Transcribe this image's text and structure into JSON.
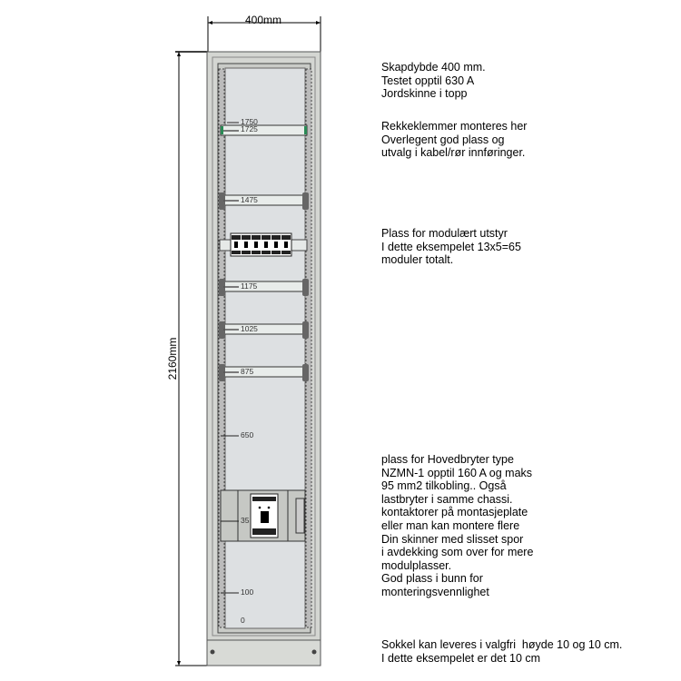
{
  "dimensions": {
    "width_label": "400mm",
    "height_label": "2160mm"
  },
  "rail_labels": {
    "r1750": "1750",
    "r1725": "1725",
    "r1475": "1475",
    "r1175": "1175",
    "r1025": "1025",
    "r875": "875",
    "r650": "650",
    "r35": "35",
    "r100": "100",
    "r0": "0"
  },
  "notes": {
    "top": [
      "Skapdybde 400 mm.",
      "Testet opptil 630 A",
      "Jordskinne i topp"
    ],
    "terminals": [
      "Rekkeklemmer monteres her",
      "Overlegent god plass og",
      "utvalg i kabel/rør innføringer."
    ],
    "modular": [
      "Plass for modulært utstyr",
      "I dette eksempelet 13x5=65",
      "moduler totalt."
    ],
    "main_switch": [
      "plass for Hovedbryter type",
      "NZMN-1 opptil 160 A og maks",
      "95 mm2 tilkobling.. Også",
      "lastbryter i samme chassi.",
      "kontaktorer på montasjeplate",
      "eller man kan montere flere",
      "Din skinner med slisset spor",
      "i avdekking som over for mere",
      "modulplasser.",
      "God plass i bunn for",
      "monteringsvennlighet"
    ],
    "plinth": [
      "Sokkel kan leveres i valgfri  høyde 10 og 10 cm.",
      "I dette eksempelet er det 10 cm"
    ]
  }
}
